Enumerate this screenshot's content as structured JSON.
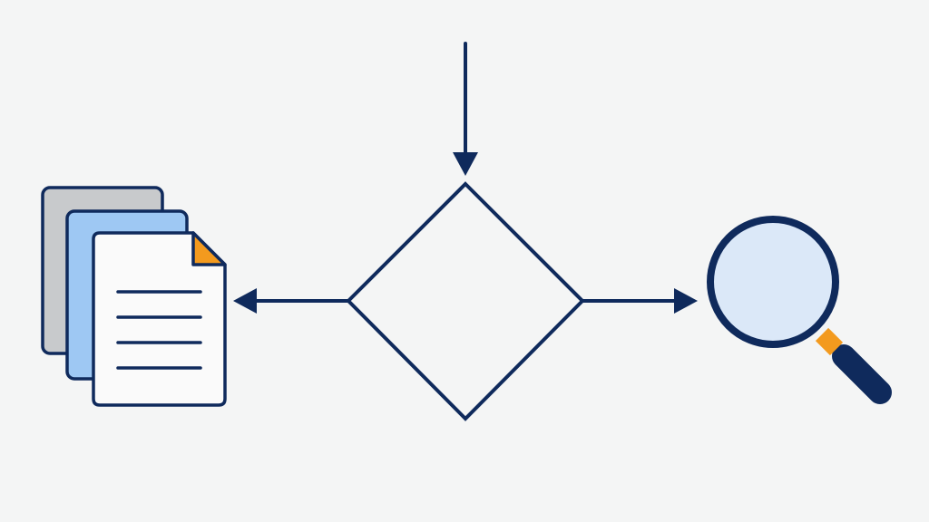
{
  "colors": {
    "background": "#f4f5f5",
    "stroke": "#0f2a5c",
    "page_back": "#c8cacc",
    "page_middle": "#9ec8f3",
    "page_front": "#fafafa",
    "dog_ear": "#f39a1e",
    "lens_fill": "#dbe8f8",
    "ferrule": "#f39a1e"
  },
  "icons": {
    "documents": "stacked-documents-icon",
    "magnifier": "magnifying-glass-icon"
  },
  "diagram": {
    "nodes": [
      {
        "id": "decision",
        "shape": "diamond"
      },
      {
        "id": "documents",
        "shape": "icon"
      },
      {
        "id": "search",
        "shape": "icon"
      }
    ],
    "edges": [
      {
        "from": "top",
        "to": "decision"
      },
      {
        "from": "decision",
        "to": "documents"
      },
      {
        "from": "decision",
        "to": "search"
      }
    ]
  }
}
